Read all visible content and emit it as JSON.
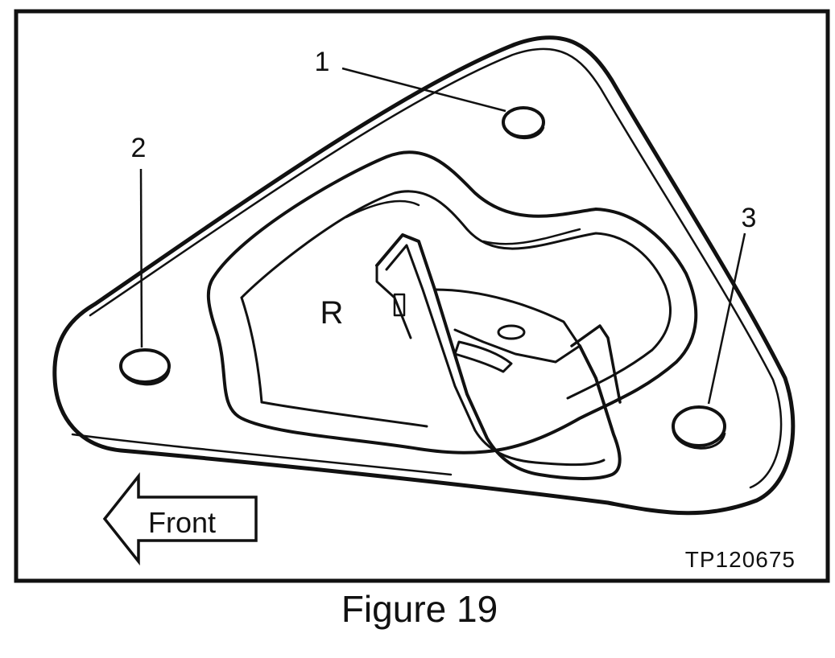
{
  "figure": {
    "caption": "Figure 19",
    "reference_code": "TP120675",
    "plate_marking": "R",
    "direction_label": "Front",
    "callouts": [
      {
        "label": "1",
        "target": "top mounting hole"
      },
      {
        "label": "2",
        "target": "left mounting hole"
      },
      {
        "label": "3",
        "target": "right mounting hole"
      }
    ]
  }
}
